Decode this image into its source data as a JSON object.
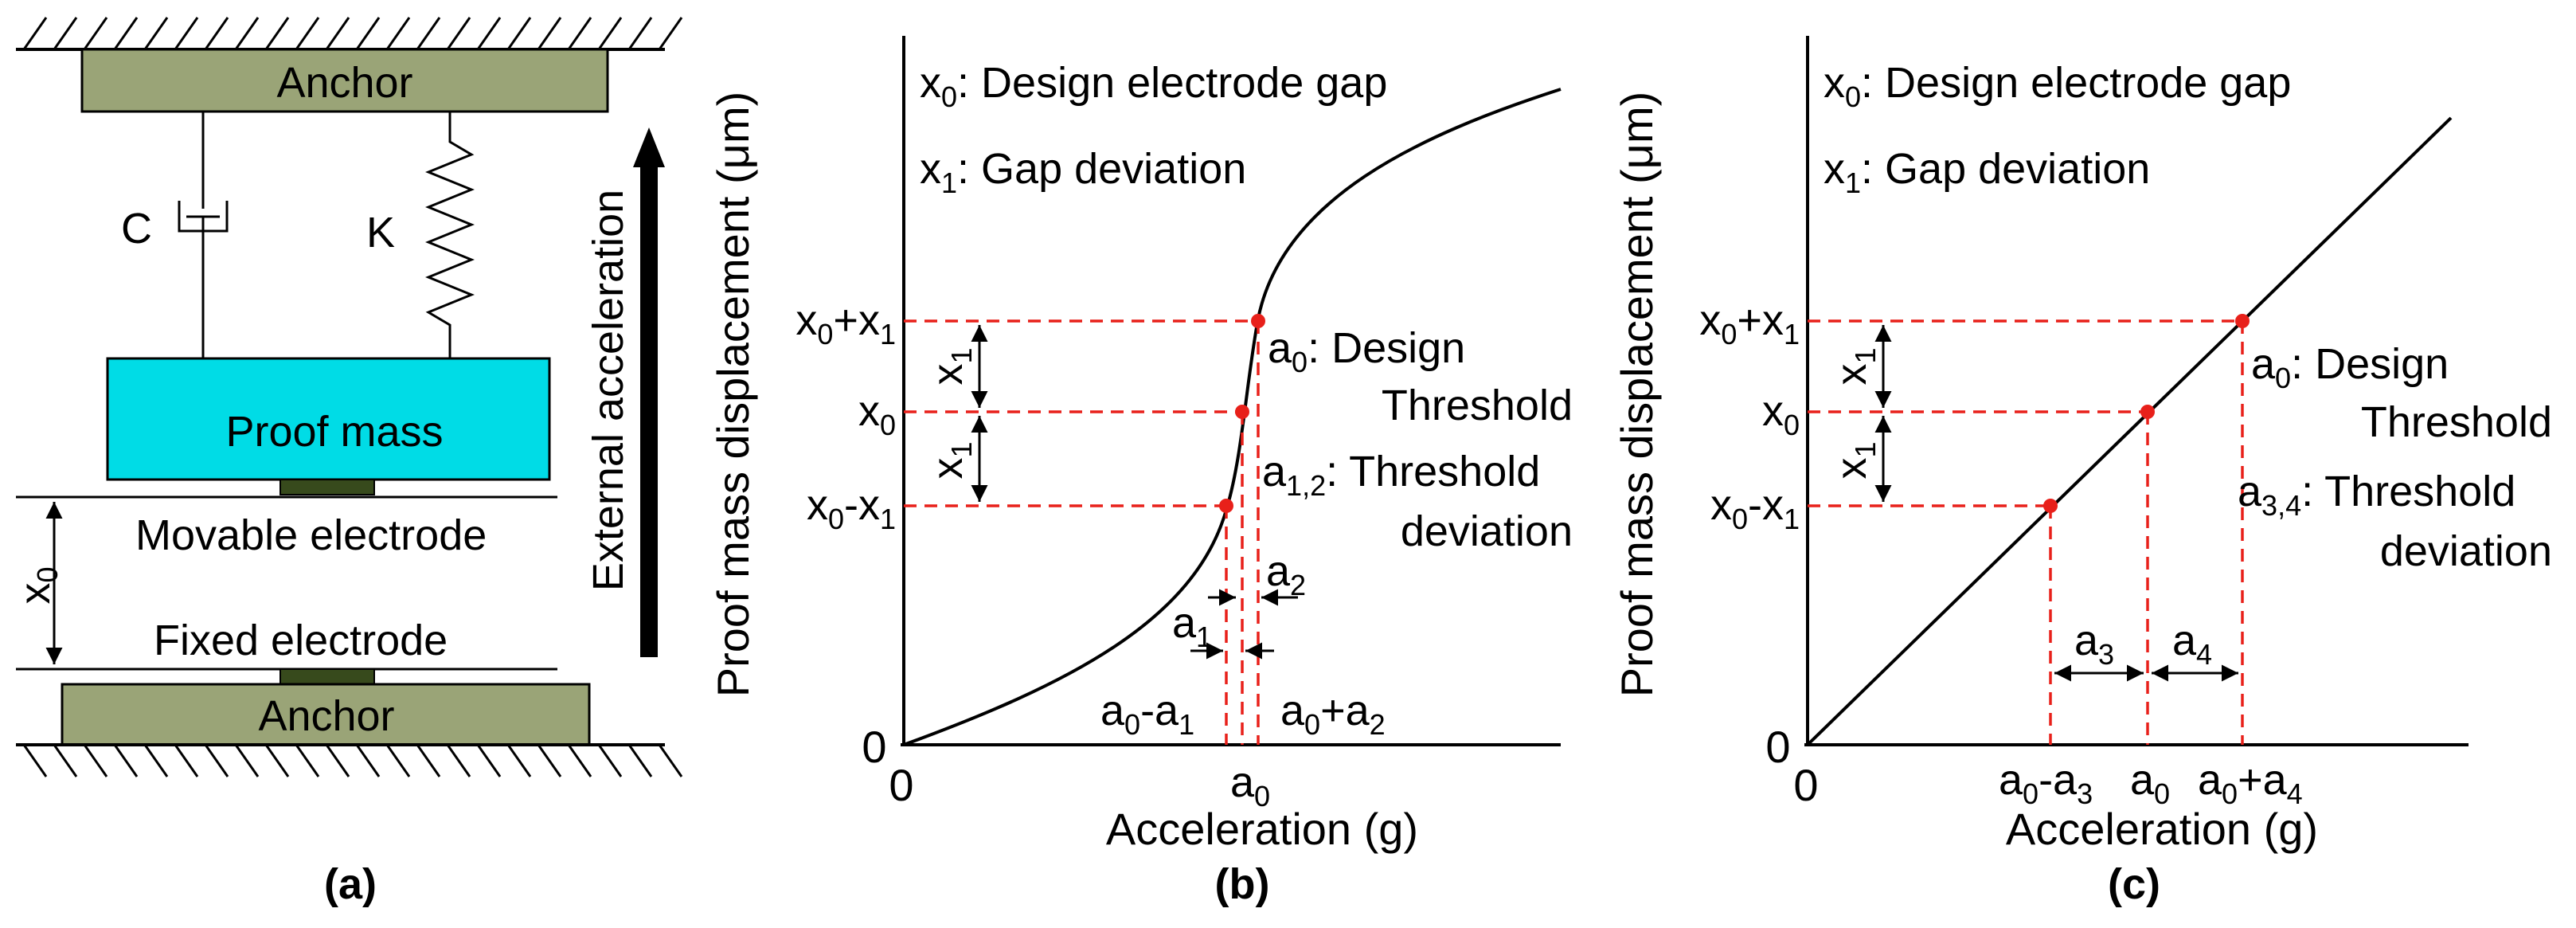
{
  "panel_a": {
    "caption": "(a)",
    "anchor_top": "Anchor",
    "anchor_bottom": "Anchor",
    "damper": "C",
    "spring": "K",
    "proof_mass": "Proof mass",
    "movable_electrode": "Movable electrode",
    "fixed_electrode": "Fixed electrode",
    "gap": "x",
    "gap_sub": "0",
    "arrow_label": "External acceleration",
    "colors": {
      "anchor": "#9aa477",
      "proof_mass": "#00dce6",
      "electrode": "#374a1c"
    }
  },
  "panel_b": {
    "caption": "(b)",
    "ylabel": "Proof mass displacement (μm)",
    "xlabel": "Acceleration (g)",
    "origin_x": "0",
    "origin_y": "0",
    "legend_x0": ": Design electrode gap",
    "legend_x1": ": Gap deviation",
    "y_plus": "x₀+x₁",
    "y_mid": "x₀",
    "y_minus": "x₀-x₁",
    "x1_label": "x₁",
    "x_a0": "a₀",
    "ann_design_1": ": Design",
    "ann_design_2": "Threshold",
    "ann_dev_1": ": Threshold",
    "ann_dev_2": "deviation",
    "a1": "a₁",
    "a2": "a₂",
    "a0_minus": "a₀-a₁",
    "a0_plus": "a₀+a₂"
  },
  "panel_c": {
    "caption": "(c)",
    "ylabel": "Proof mass displacement (μm)",
    "xlabel": "Acceleration (g)",
    "origin_x": "0",
    "origin_y": "0",
    "legend_x0": ": Design electrode gap",
    "legend_x1": ": Gap deviation",
    "y_plus": "x₀+x₁",
    "y_mid": "x₀",
    "y_minus": "x₀-x₁",
    "ann_design_1": ": Design",
    "ann_design_2": "Threshold",
    "ann_dev_1": ": Threshold",
    "ann_dev_2": "deviation",
    "a3": "a₃",
    "a4": "a₄",
    "a0_minus": "a₀-a₃",
    "a0": "a₀",
    "a0_plus": "a₀+a₄"
  },
  "chart_data": [
    {
      "type": "line",
      "title": "",
      "xlabel": "Acceleration (g)",
      "ylabel": "Proof mass displacement (μm)",
      "series": [
        {
          "curve": "nonlinear snap-through response",
          "points_shown": [
            "x₀-x₁",
            "x₀",
            "x₀+x₁"
          ]
        }
      ]
    },
    {
      "type": "line",
      "title": "",
      "xlabel": "Acceleration (g)",
      "ylabel": "Proof mass displacement (μm)",
      "series": [
        {
          "curve": "linear response",
          "points_shown": [
            "x₀-x₁",
            "x₀",
            "x₀+x₁"
          ]
        }
      ]
    }
  ]
}
